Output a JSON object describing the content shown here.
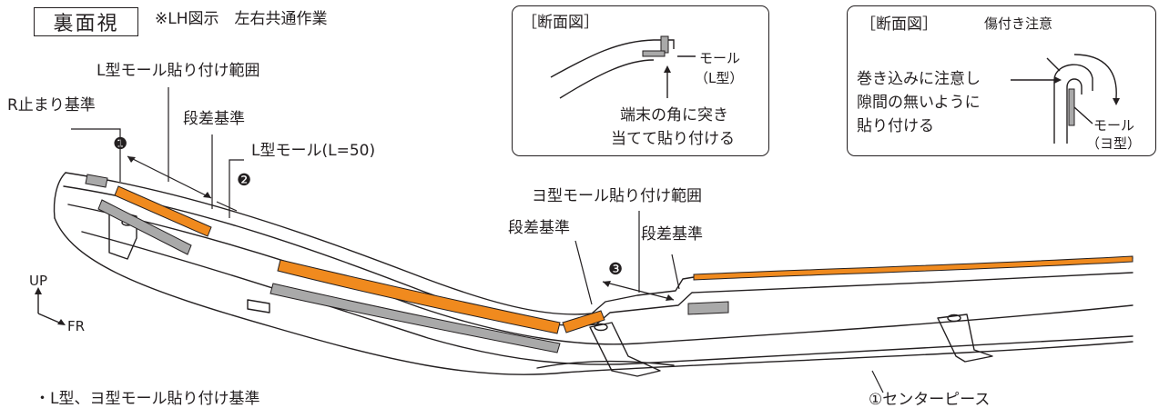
{
  "header": {
    "view_label": "裏面視",
    "note": "※LH図示　左右共通作業"
  },
  "labels": {
    "l_range": "L型モール貼り付け範囲",
    "r_stop_ref": "R止まり基準",
    "step_ref_1": "段差基準",
    "l_mold": "L型モール(L=50)",
    "yo_range": "ヨ型モール貼り付け範囲",
    "step_ref_2": "段差基準",
    "step_ref_3": "段差基準",
    "marker_1": "❶",
    "marker_2": "❷",
    "marker_3": "❸",
    "part": "①センターピース",
    "up": "UP",
    "fr": "FR",
    "footer": "・L型、ヨ型モール貼り付け基準"
  },
  "inset_left": {
    "title": "［断面図］",
    "mold_label": "モール",
    "mold_type": "（L型）",
    "note_line1": "端末の角に突き",
    "note_line2": "当てて貼り付ける"
  },
  "inset_right": {
    "title": "［断面図］",
    "caution_top": "傷付き注意",
    "note_line1": "巻き込みに注意し",
    "note_line2": "隙間の無いように",
    "note_line3": "貼り付ける",
    "mold_label": "モール",
    "mold_type": "（ヨ型）"
  },
  "colors": {
    "outline": "#231f20",
    "l_mold_strip": "#f08a1e",
    "grey_strip": "#a9a9a9"
  }
}
